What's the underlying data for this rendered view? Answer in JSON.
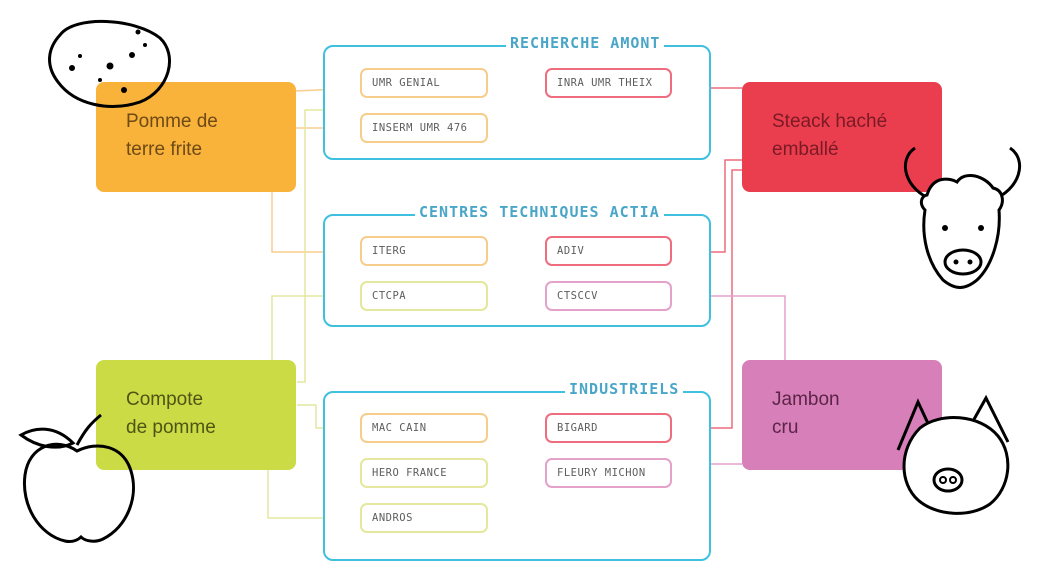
{
  "colors": {
    "orange": "#f9b23a",
    "red": "#ea3e4f",
    "lime": "#cbdb45",
    "pink": "#d77fb8",
    "cyan": "#3fc0df",
    "title_blue": "#4aa6c8"
  },
  "products": {
    "potato": {
      "line1": "Pomme de",
      "line2": "terre frite",
      "icon": "potato-icon"
    },
    "steak": {
      "line1": "Steack haché",
      "line2": "emballé",
      "icon": "bull-icon"
    },
    "compote": {
      "line1": "Compote",
      "line2": "de pomme",
      "icon": "apple-icon"
    },
    "ham": {
      "line1": "Jambon",
      "line2": "cru",
      "icon": "pig-icon"
    }
  },
  "groups": {
    "research": {
      "title": "RECHERCHE AMONT",
      "items": [
        "UMR GENIAL",
        "INRA UMR THEIX",
        "INSERM UMR 476"
      ]
    },
    "technical": {
      "title": "CENTRES TECHNIQUES ACTIA",
      "items": [
        "ITERG",
        "ADIV",
        "CTCPA",
        "CTSCCV"
      ]
    },
    "industrial": {
      "title": "INDUSTRIELS",
      "items": [
        "MAC CAIN",
        "BIGARD",
        "HERO FRANCE",
        "FLEURY MICHON",
        "ANDROS"
      ]
    }
  }
}
